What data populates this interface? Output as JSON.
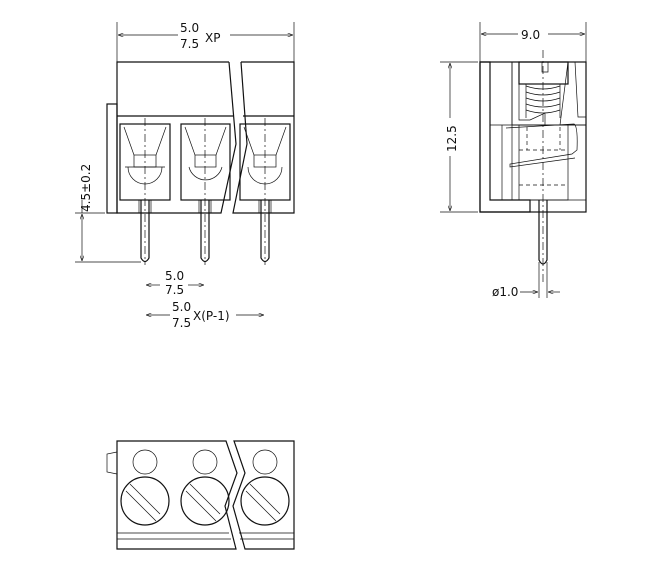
{
  "front_view": {
    "pitch_top": "5.0",
    "pitch_bottom": "7.5",
    "pitch_suffix": "XP",
    "height_label": "4.5±0.2",
    "pin_pitch_top": "5.0",
    "pin_pitch_bottom": "7.5",
    "span_top": "5.0",
    "span_bottom": "7.5",
    "span_suffix": "X(P-1)"
  },
  "side_view": {
    "width_label": "9.0",
    "height_label": "12.5",
    "pin_diameter_label": "ø1.0"
  },
  "colors": {
    "line": "#111111",
    "background": "#ffffff"
  }
}
